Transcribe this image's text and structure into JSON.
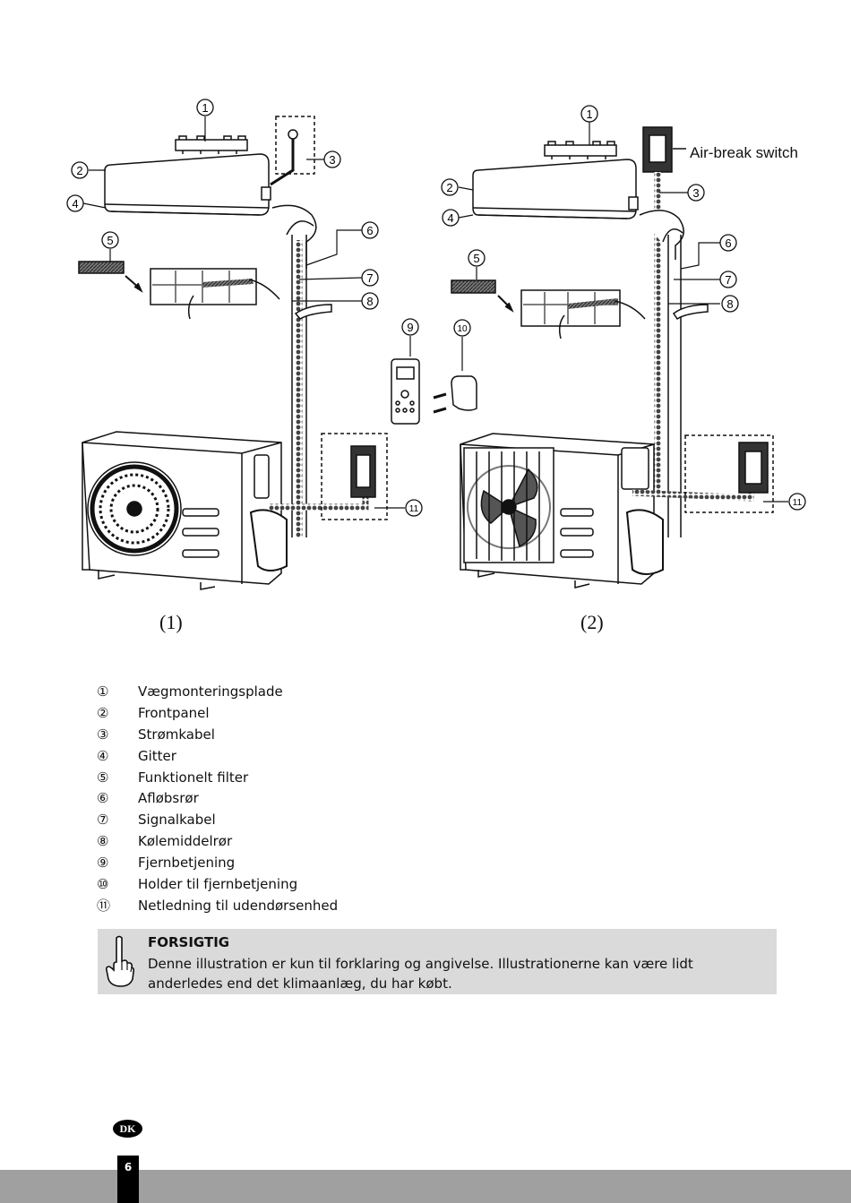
{
  "diagram": {
    "air_break_label": "Air-break switch",
    "callout_numbers": [
      "1",
      "2",
      "3",
      "4",
      "5",
      "6",
      "7",
      "8",
      "9",
      "10",
      "11"
    ],
    "caption_left": "(1)",
    "caption_right": "(2)"
  },
  "legend": [
    {
      "num": "①",
      "label": "Vægmonteringsplade"
    },
    {
      "num": "②",
      "label": "Frontpanel"
    },
    {
      "num": "③",
      "label": "Strømkabel"
    },
    {
      "num": "④",
      "label": "Gitter"
    },
    {
      "num": "⑤",
      "label": "Funktionelt filter"
    },
    {
      "num": "⑥",
      "label": "Afløbsrør"
    },
    {
      "num": "⑦",
      "label": "Signalkabel"
    },
    {
      "num": "⑧",
      "label": "Kølemiddelrør"
    },
    {
      "num": "⑨",
      "label": "Fjernbetjening"
    },
    {
      "num": "⑩",
      "label": "Holder til fjernbetjening"
    },
    {
      "num": "⑪",
      "label": "Netledning til udendørsenhed"
    }
  ],
  "caution": {
    "title": "FORSIGTIG",
    "text": "Denne illustration er kun til forklaring og angivelse. Illustrationerne kan være lidt anderledes end det klimaanlæg, du har købt."
  },
  "footer": {
    "language_badge": "DK",
    "page_number": "6"
  }
}
